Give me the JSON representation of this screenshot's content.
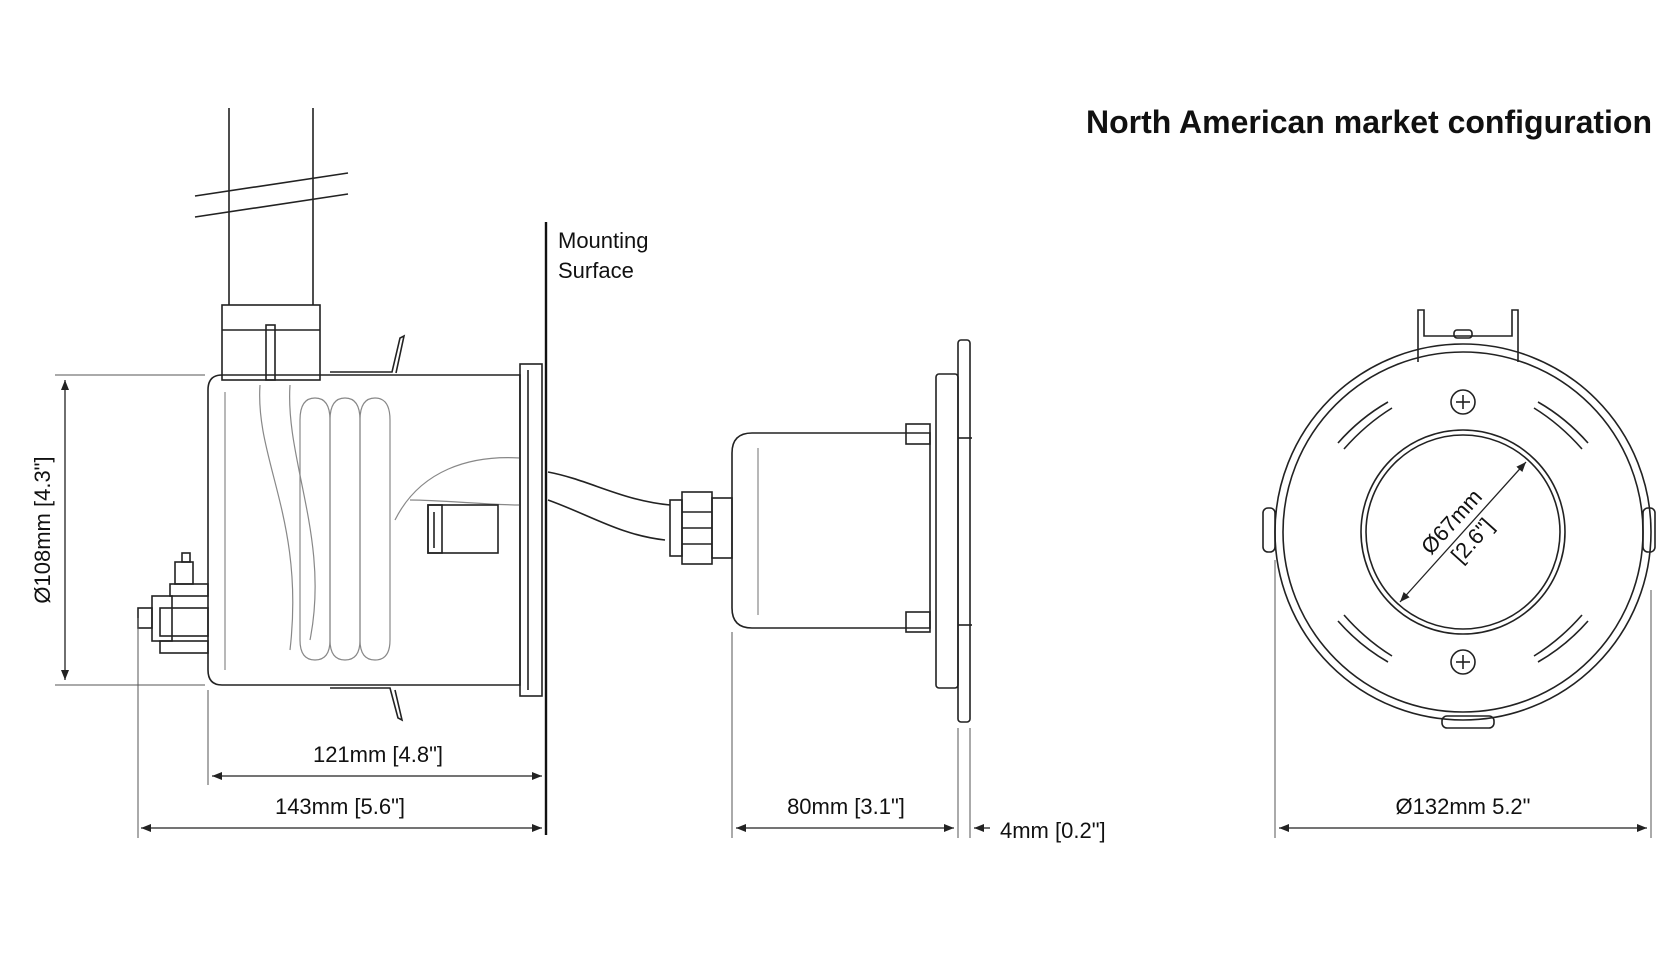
{
  "title": "North American market configuration",
  "mounting_label": [
    "Mounting",
    "Surface"
  ],
  "dimensions": {
    "height_side": "Ø108mm [4.3\"]",
    "depth_121": "121mm [4.8\"]",
    "depth_143": "143mm [5.6\"]",
    "depth_80": "80mm [3.1\"]",
    "flange_4": "4mm [0.2\"]",
    "front_outer": "Ø132mm 5.2\"",
    "front_inner_line1": "Ø67mm",
    "front_inner_line2": "[2.6\"]"
  },
  "colors": {
    "line": "#222222",
    "background": "#ffffff"
  }
}
